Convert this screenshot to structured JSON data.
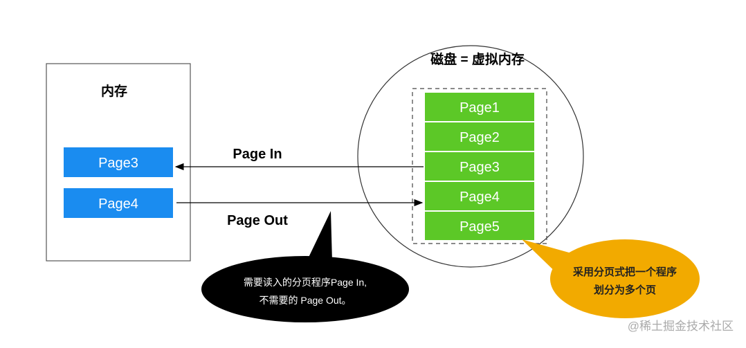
{
  "memory": {
    "title": "内存",
    "pages": [
      "Page3",
      "Page4"
    ]
  },
  "disk": {
    "title": "磁盘 = 虚拟内存",
    "pages": [
      "Page1",
      "Page2",
      "Page3",
      "Page4",
      "Page5"
    ]
  },
  "arrows": {
    "page_in": "Page In",
    "page_out": "Page Out"
  },
  "black_bubble": {
    "line1": "需要读入的分页程序Page In,",
    "line2": "不需要的 Page Out。"
  },
  "orange_bubble": {
    "line1": "采用分页式把一个程序",
    "line2": "划分为多个页"
  },
  "watermark": "@稀土掘金技术社区",
  "colors": {
    "memory_page": "#1a8cf0",
    "disk_page": "#5cc827",
    "orange": "#f2aa00"
  }
}
